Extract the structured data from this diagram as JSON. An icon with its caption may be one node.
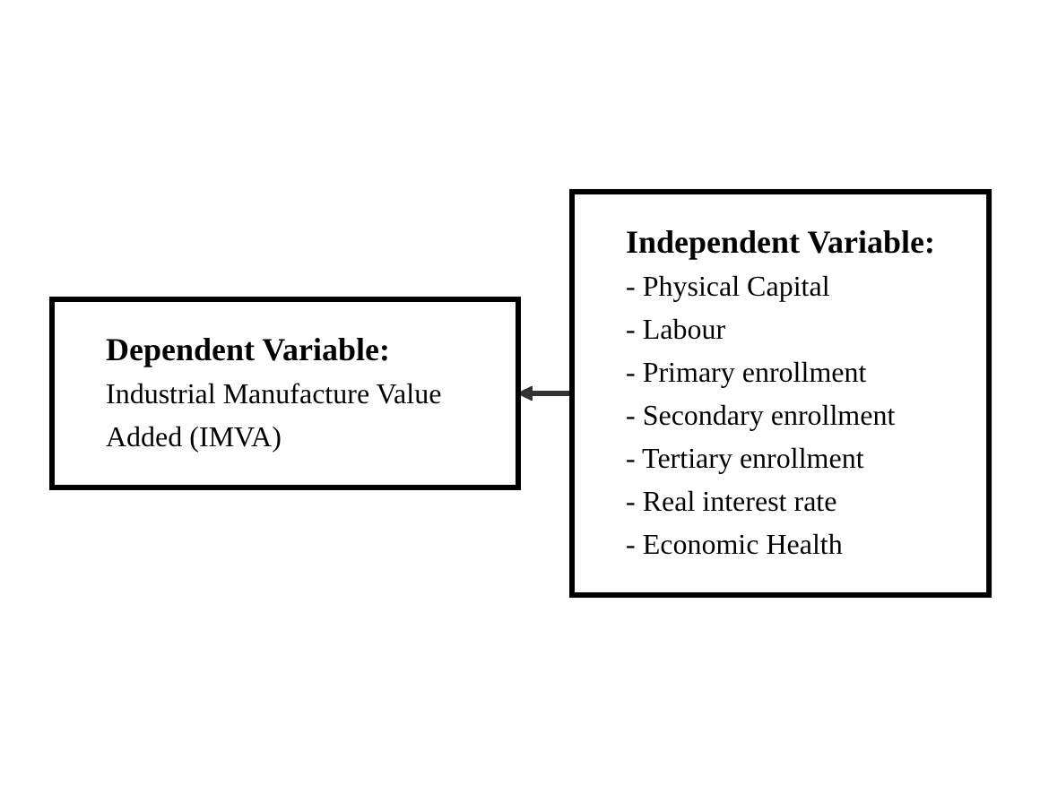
{
  "diagram": {
    "nodes": [
      {
        "text": [
          "Dependent Variable:",
          "Industrial Manufacture Value Added (IMVA)"
        ]
      },
      {
        "text": [
          "Independent Variable:",
          "- Physical Capital",
          "- Labour",
          "- Primary enrollment",
          "- Secondary enrollment",
          "- Tertiary enrollment",
          "- Real interest rate",
          "- Economic Health"
        ]
      }
    ],
    "edges": [
      {
        "from": 1,
        "to": 0,
        "arrow": "to"
      }
    ]
  }
}
